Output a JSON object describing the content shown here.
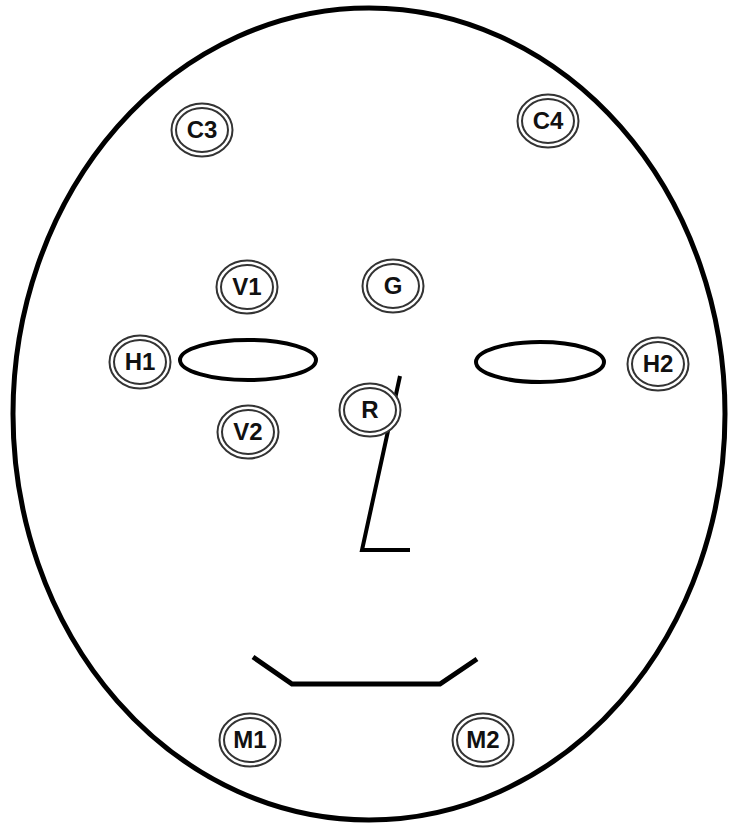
{
  "diagram": {
    "nodes": [
      {
        "text": [
          "C3"
        ]
      },
      {
        "text": [
          "C4"
        ]
      },
      {
        "text": [
          "V1"
        ]
      },
      {
        "text": [
          "G"
        ]
      },
      {
        "text": [
          "H1"
        ]
      },
      {
        "text": [
          "H2"
        ]
      },
      {
        "text": [
          "R"
        ]
      },
      {
        "text": [
          "V2"
        ]
      },
      {
        "text": [
          "M1"
        ]
      },
      {
        "text": [
          "M2"
        ]
      }
    ]
  }
}
